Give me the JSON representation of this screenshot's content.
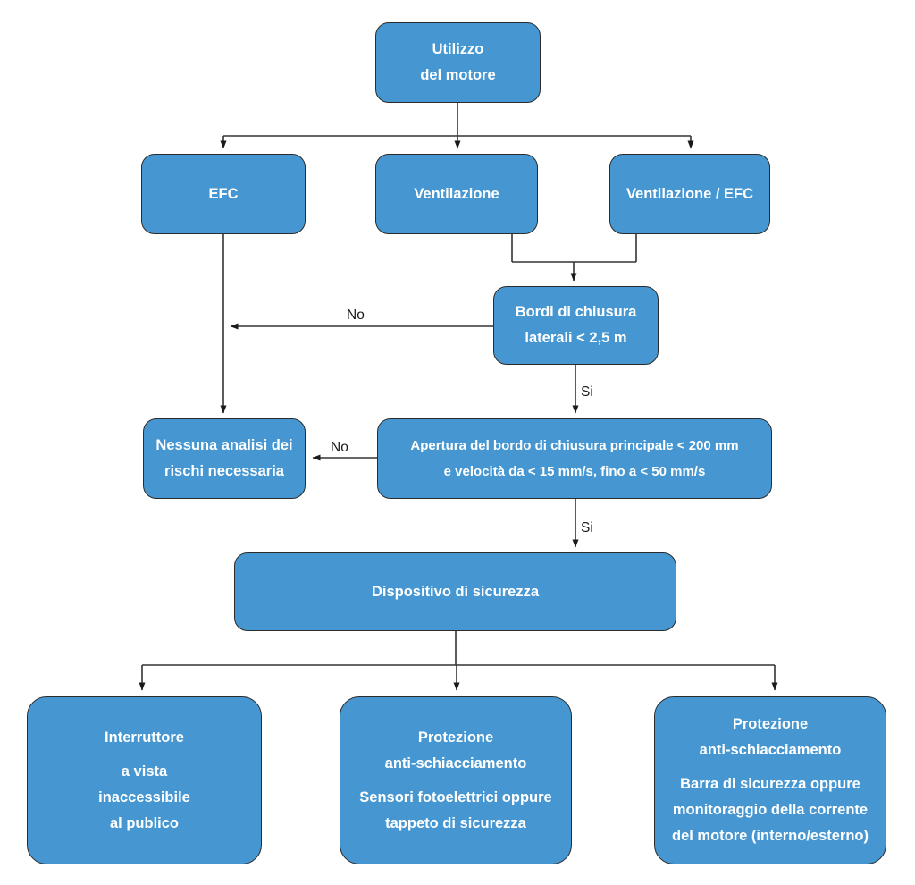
{
  "diagram": {
    "type": "flowchart",
    "language": "it",
    "colors": {
      "node_fill": "#4697d1",
      "node_border": "#2b2b2b",
      "node_text": "#ffffff",
      "connector": "#333333",
      "background": "#ffffff"
    },
    "nodes": {
      "utilizzo": {
        "text": "Utilizzo\ndel motore"
      },
      "efc": {
        "text": "EFC"
      },
      "ventilazione": {
        "text": "Ventilazione"
      },
      "ventilazione_efc": {
        "text": "Ventilazione / EFC"
      },
      "bordi": {
        "text": "Bordi di chiusura\nlaterali < 2,5 m"
      },
      "nessuna": {
        "text": "Nessuna analisi dei\nrischi necessaria"
      },
      "apertura": {
        "text": "Apertura del bordo di chiusura principale < 200 mm\ne velocità da < 15 mm/s, fino a < 50 mm/s"
      },
      "dispositivo": {
        "text": "Dispositivo di sicurezza"
      },
      "interruttore": {
        "para1": "Interruttore",
        "para2": "a vista\ninaccessibile\nal publico"
      },
      "protezione_sensori": {
        "para1": "Protezione\nanti-schiacciamento",
        "para2": "Sensori fotoelettrici oppure\ntappeto di sicurezza"
      },
      "protezione_barra": {
        "para1": "Protezione\nanti-schiacciamento",
        "para2": "Barra di sicurezza oppure\nmonitoraggio della corrente\ndel motore (interno/esterno)"
      }
    },
    "edges": [
      {
        "from": "utilizzo",
        "to": "efc"
      },
      {
        "from": "utilizzo",
        "to": "ventilazione"
      },
      {
        "from": "utilizzo",
        "to": "ventilazione_efc"
      },
      {
        "from": "ventilazione",
        "to": "bordi"
      },
      {
        "from": "ventilazione_efc",
        "to": "bordi"
      },
      {
        "from": "efc",
        "to": "nessuna"
      },
      {
        "from": "bordi",
        "to": "nessuna",
        "label": "No"
      },
      {
        "from": "bordi",
        "to": "apertura",
        "label": "Si"
      },
      {
        "from": "apertura",
        "to": "nessuna",
        "label": "No"
      },
      {
        "from": "apertura",
        "to": "dispositivo",
        "label": "Si"
      },
      {
        "from": "dispositivo",
        "to": "interruttore"
      },
      {
        "from": "dispositivo",
        "to": "protezione_sensori"
      },
      {
        "from": "dispositivo",
        "to": "protezione_barra"
      }
    ]
  }
}
